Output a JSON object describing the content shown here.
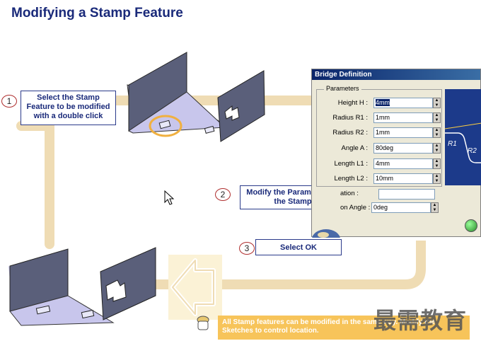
{
  "title": "Modifying a Stamp Feature",
  "steps": [
    {
      "number": "1",
      "text": "Select the Stamp Feature to be modified with a double click"
    },
    {
      "number": "2",
      "text": "Modify the Parameters of the Stamp"
    },
    {
      "number": "3",
      "text": "Select OK"
    }
  ],
  "dialog": {
    "title": "Bridge Definition",
    "group_label": "Parameters",
    "params": [
      {
        "label": "Height H :",
        "value": "4mm"
      },
      {
        "label": "Radius R1 :",
        "value": "1mm"
      },
      {
        "label": "Radius R2 :",
        "value": "1mm"
      },
      {
        "label": "Angle A :",
        "value": "80deg"
      },
      {
        "label": "Length L1 :",
        "value": "4mm"
      },
      {
        "label": "Length L2 :",
        "value": "10mm"
      }
    ],
    "position_label": "ation :",
    "position_value": "",
    "rotation_label": "on Angle :",
    "rotation_value": "0deg",
    "preview_labels": [
      "R1",
      "R2"
    ]
  },
  "note": "All Stamp features can be modified in the same way. Modify the Sketches to control location.",
  "watermark": "最需教育",
  "colors": {
    "title": "#1a2a7a",
    "flow": "#efdcb4",
    "note_bg": "#f7c45a",
    "dialog_title": "#0a246a",
    "part": "#5a5f7a",
    "part_floor": "#c8c6ec"
  }
}
